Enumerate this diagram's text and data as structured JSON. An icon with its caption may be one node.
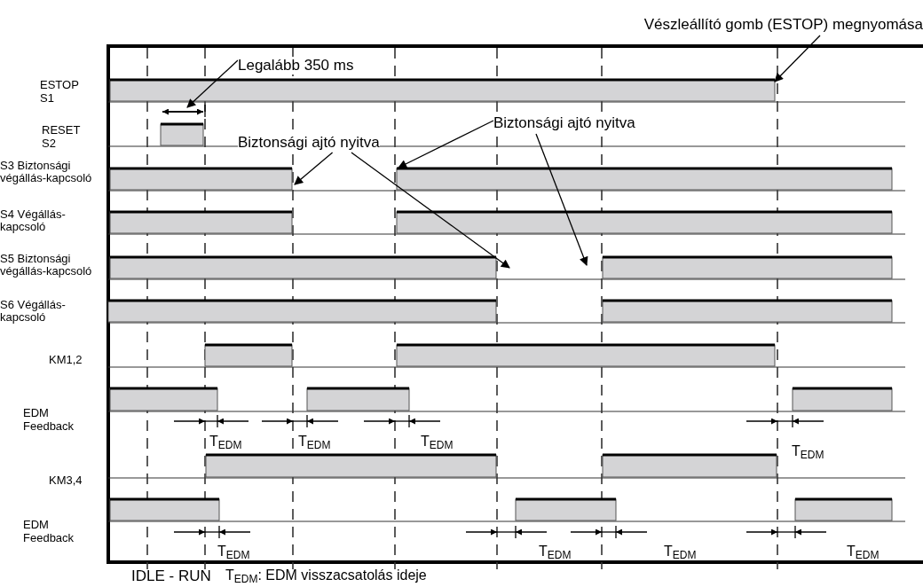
{
  "diagram": {
    "nodes": [
      {
        "text": [
          "Vészleállító gomb (ESTOP) megnyomása"
        ]
      },
      {
        "text": [
          "Legalább 350 ms"
        ]
      },
      {
        "text": [
          "Biztonsági ajtó nyitva"
        ]
      },
      {
        "text": [
          "Biztonsági ajtó nyitva"
        ]
      }
    ],
    "edges": [
      {
        "from": 0,
        "to": null,
        "arrow": "to"
      },
      {
        "from": 1,
        "to": null,
        "arrow": "to"
      },
      {
        "from": 2,
        "to": null,
        "arrow": "to"
      },
      {
        "from": 2,
        "to": null,
        "arrow": "to"
      },
      {
        "from": 3,
        "to": null,
        "arrow": "to"
      },
      {
        "from": 3,
        "to": null,
        "arrow": "to"
      }
    ],
    "labels": [
      "ESTOP S1",
      "RESET S2",
      "S3 Biztonsági végállás-kapcsoló",
      "S4 Végállás-kapcsoló",
      "S5 Biztonsági végállás-kapcsoló",
      "S6 Végállás-kapcsoló",
      "KM1,2",
      "EDM Feedback",
      "T$_{EDM}$",
      "T$_{EDM}$",
      "T$_{EDM}$",
      "T$_{EDM}$",
      "KM3,4",
      "EDM Feedback",
      "T$_{EDM}$",
      "T$_{EDM}$",
      "T$_{EDM}$",
      "T$_{EDM}$",
      "IDLE - RUN",
      "T$_{EDM}$: EDM visszacsatolás ideje"
    ]
  }
}
